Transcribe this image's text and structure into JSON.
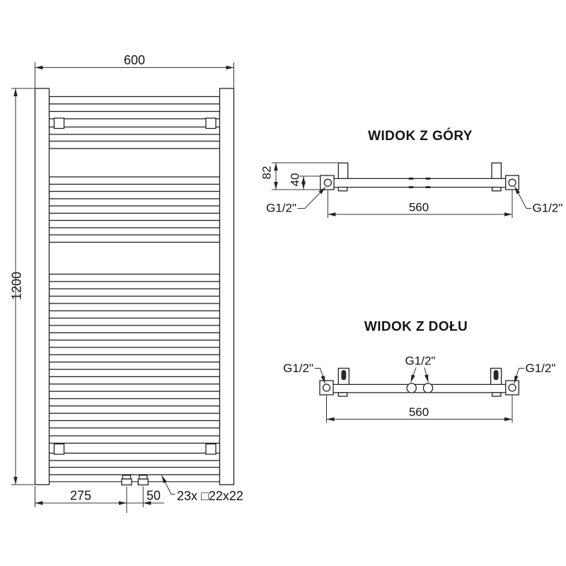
{
  "drawing": {
    "front_view": {
      "dim_width": "600",
      "dim_height": "1200",
      "dim_left_offset": "275",
      "dim_center_spacing": "50",
      "rungs_note": "23x □22x22"
    },
    "top_view": {
      "title": "WIDOK Z GÓRY",
      "dim_depth": "82",
      "dim_axis_offset": "40",
      "dim_connection_spacing": "560",
      "thread_left": "G1/2\"",
      "thread_right": "G1/2\""
    },
    "bottom_view": {
      "title": "WIDOK Z DOŁU",
      "dim_connection_spacing": "560",
      "thread_left": "G1/2\"",
      "thread_center": "G1/2\"",
      "thread_right": "G1/2\""
    }
  }
}
